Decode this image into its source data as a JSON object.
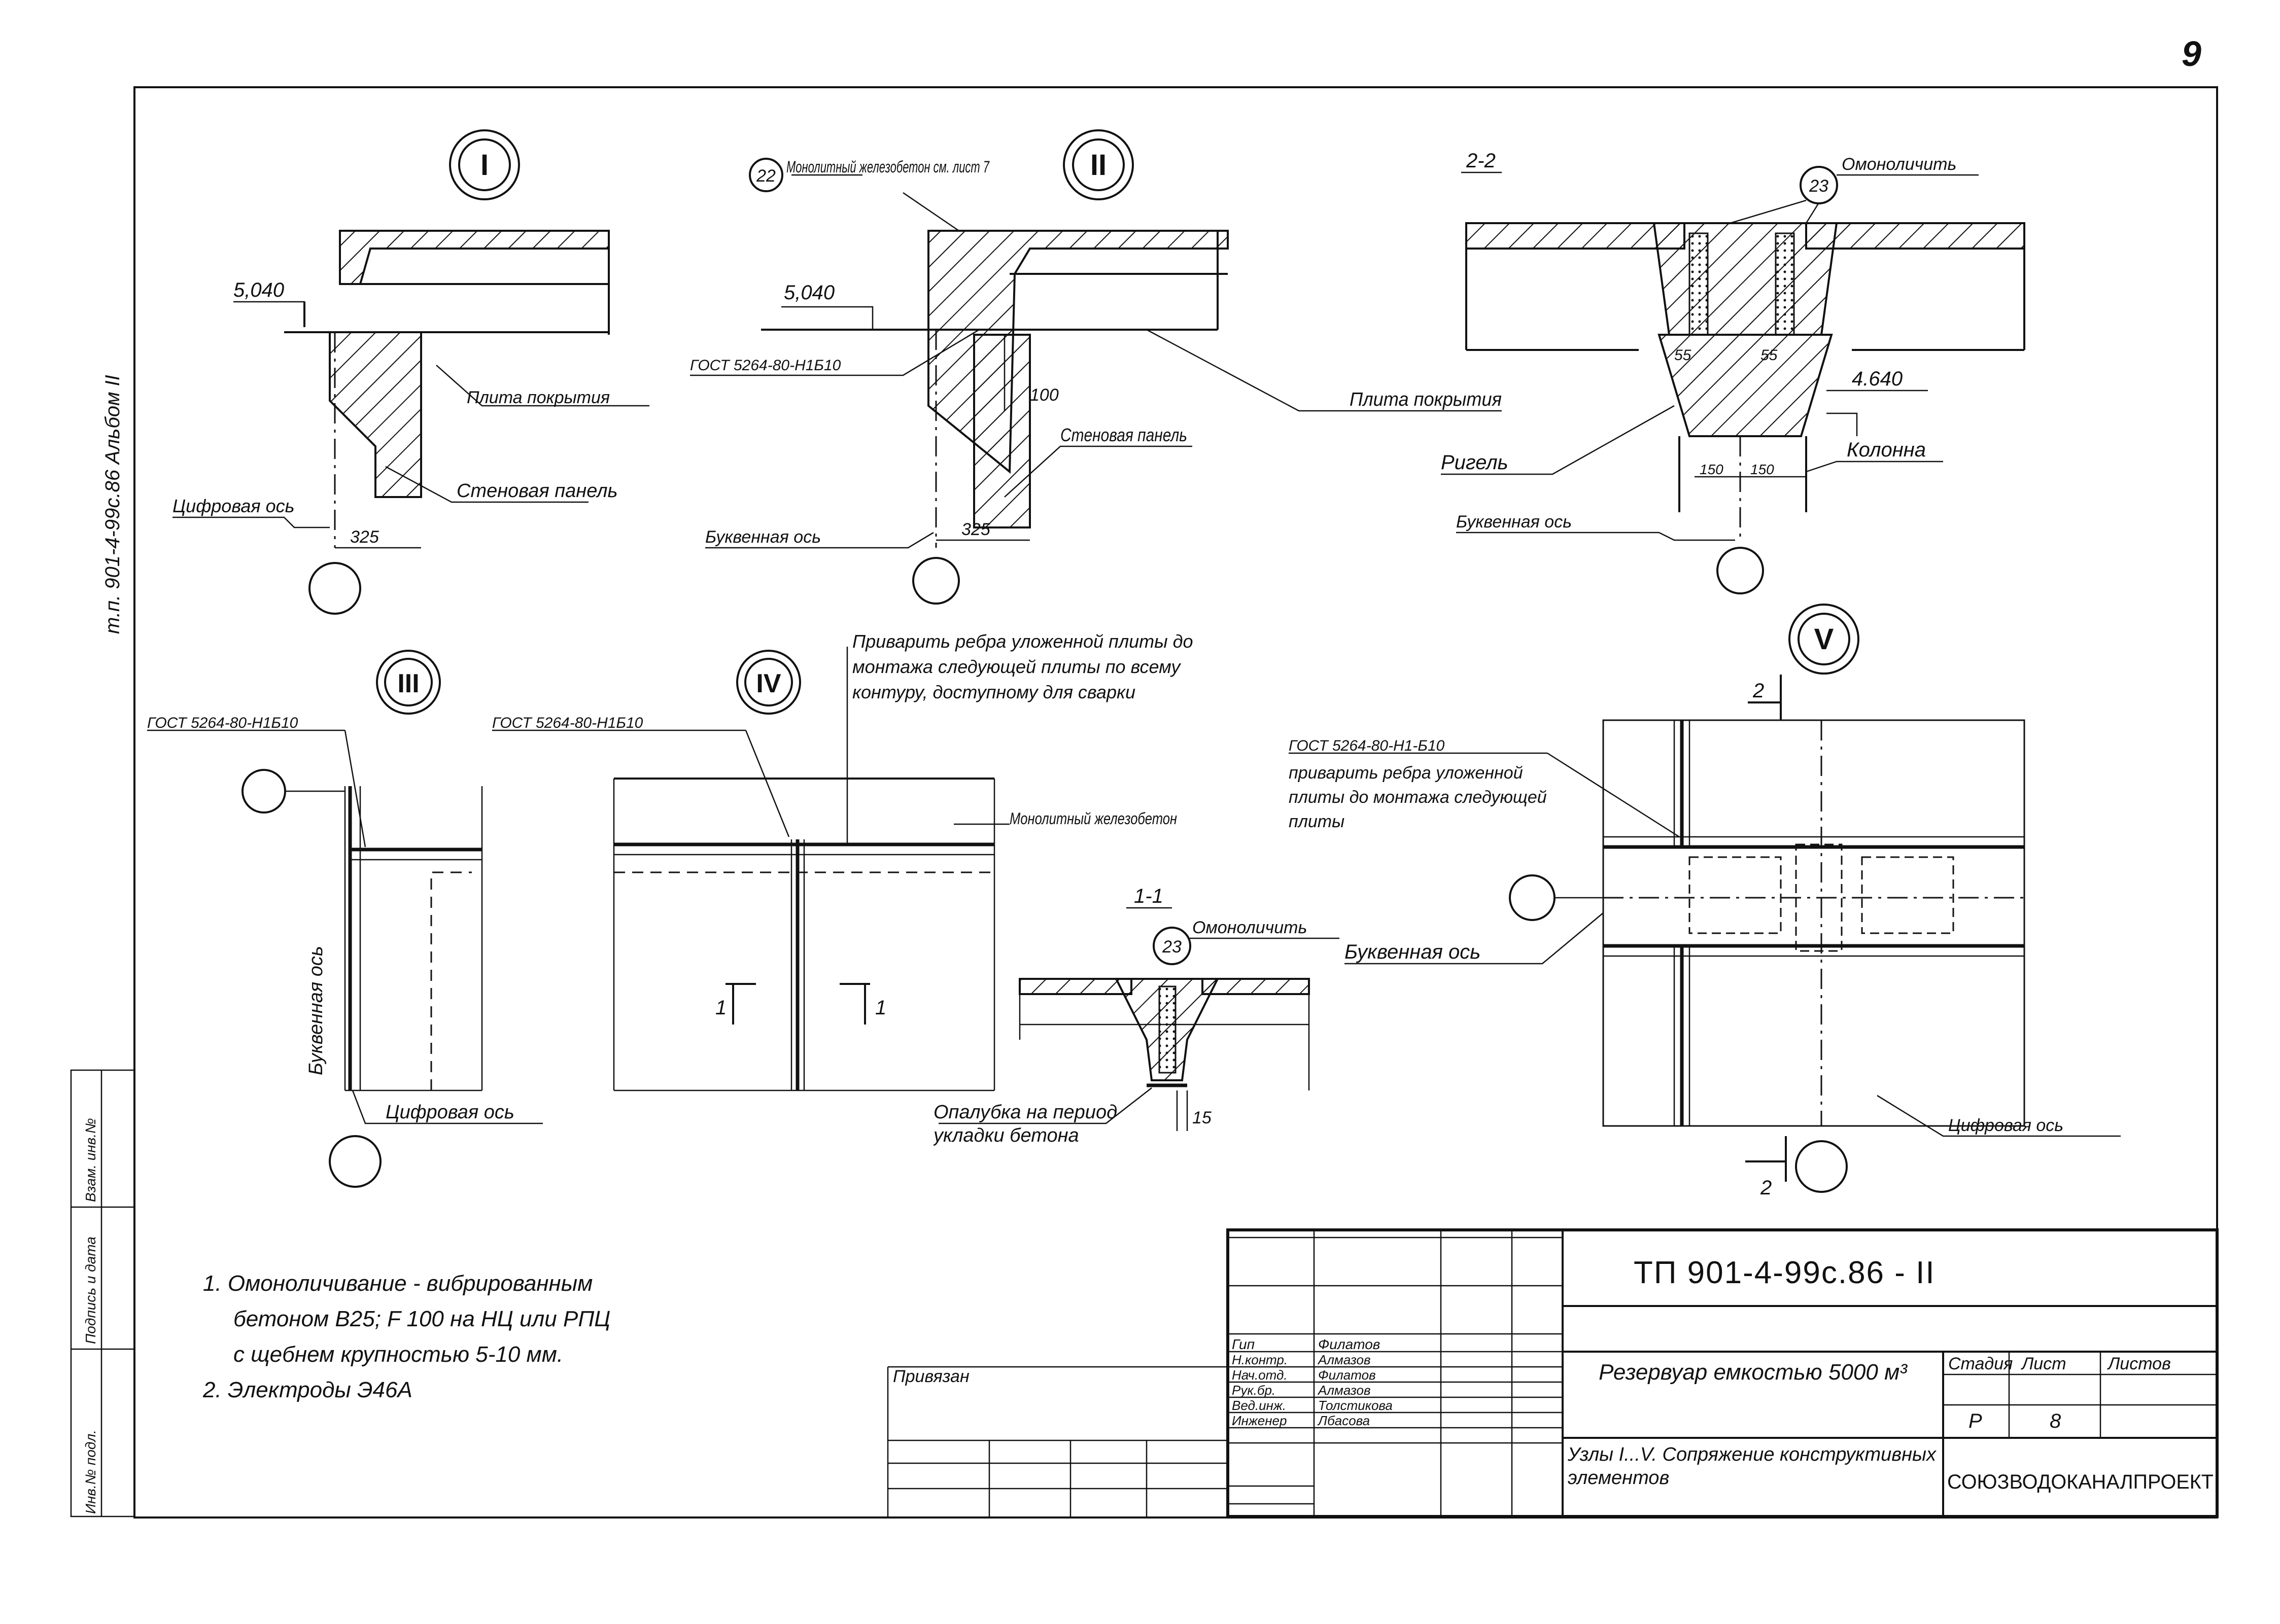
{
  "sheet": {
    "page_number": "9",
    "album_label": "т.п. 901-4-99с.86  Альбом II",
    "stamp_labels": [
      "Взам. инв.№",
      "Подпись и дата",
      "Инв.№ подл."
    ]
  },
  "nodes": {
    "node1": {
      "marker": "I",
      "elev": "5,040",
      "slab_label": "Плита покрытия",
      "panel_label": "Стеновая панель",
      "axis_label": "Цифровая ось",
      "dim": "325"
    },
    "node2": {
      "marker": "II",
      "callout_num": "22",
      "callout_text": "Монолитный железобетон см. лист 7",
      "elev": "5,040",
      "weld_label": "ГОСТ 5264-80-Н1Б10",
      "dim_v": "100",
      "slab_label": "Плита покрытия",
      "panel_label": "Стеновая панель",
      "axis_label": "Буквенная ось",
      "dim": "325"
    },
    "section22": {
      "title": "2-2",
      "callout_num": "23",
      "callout_text": "Омоноличить",
      "dim_left": "55",
      "dim_right": "55",
      "elev": "4.640",
      "beam_label": "Ригель",
      "column_label": "Колонна",
      "dim_a": "150",
      "dim_b": "150",
      "axis_label": "Буквенная ось"
    },
    "node3": {
      "marker": "III",
      "weld_label": "ГОСТ 5264-80-Н1Б10",
      "axis_v_label": "Буквенная ось",
      "axis_label": "Цифровая ось"
    },
    "node4": {
      "marker": "IV",
      "weld_label": "ГОСТ 5264-80-Н1Б10",
      "note": "Приварить ребра уложенной плиты до монтажа следующей плиты по всему контуру, доступному для сварки",
      "mono_label": "Монолитный железобетон",
      "cut_left": "1",
      "cut_right": "1"
    },
    "section11": {
      "title": "1-1",
      "callout_num": "23",
      "callout_text": "Омоноличить",
      "formwork": "Опалубка на период укладки бетона",
      "dim": "15"
    },
    "node5": {
      "marker": "V",
      "weld_label": "ГОСТ 5264-80-Н1-Б10",
      "note": "приварить ребра уложенной плиты до монтажа следующей плиты",
      "axis_label": "Буквенная ось",
      "axis2_label": "Цифровая ось",
      "cut_top": "2",
      "cut_bottom": "2"
    }
  },
  "notes": [
    "1. Омоноличивание - вибрированным",
    "бетоном В25; F 100 на НЦ или РПЦ",
    "с щебнем крупностью 5-10 мм.",
    "2. Электроды  Э46А"
  ],
  "title_block": {
    "code": "ТП 901-4-99с.86 - II",
    "privyazan": "Привязан",
    "roles": [
      "Гип",
      "Н.контр.",
      "Нач.отд.",
      "Рук.бр.",
      "Вед.инж.",
      "Инженер"
    ],
    "names": [
      "Филатов",
      "Алмазов",
      "Филатов",
      "Алмазов",
      "Толстикова",
      "Лбасова"
    ],
    "object": "Резервуар емкостью 5000 м³",
    "sheet_title": "Узлы I...V. Сопряжение конструктивных элементов",
    "stage_header": "Стадия",
    "sheet_header": "Лист",
    "sheets_header": "Листов",
    "stage": "Р",
    "sheet_no": "8",
    "org": "СОЮЗВОДОКАНАЛПРОЕКТ"
  }
}
